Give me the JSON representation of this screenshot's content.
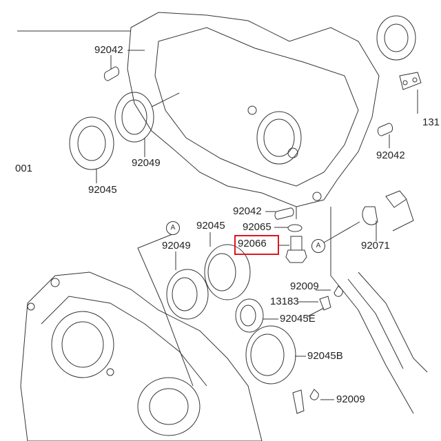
{
  "diagram": {
    "highlight_color": "#e0141e",
    "highlighted_part": "92066",
    "labels": [
      {
        "id": "p92042a",
        "text": "92042"
      },
      {
        "id": "p92049a",
        "text": "92049"
      },
      {
        "id": "p92045a",
        "text": "92045"
      },
      {
        "id": "p001",
        "text": "001"
      },
      {
        "id": "p131",
        "text": "131"
      },
      {
        "id": "p92042b",
        "text": "92042"
      },
      {
        "id": "p92042c",
        "text": "92042"
      },
      {
        "id": "p92065",
        "text": "92065"
      },
      {
        "id": "p92066",
        "text": "92066"
      },
      {
        "id": "p92071",
        "text": "92071"
      },
      {
        "id": "p92045b",
        "text": "92045"
      },
      {
        "id": "p92049b",
        "text": "92049"
      },
      {
        "id": "p92009a",
        "text": "92009"
      },
      {
        "id": "p13183",
        "text": "13183"
      },
      {
        "id": "p92045E",
        "text": "92045E"
      },
      {
        "id": "p92045B",
        "text": "92045B"
      },
      {
        "id": "p92009b",
        "text": "92009"
      }
    ],
    "ref_marks": [
      "A",
      "A"
    ]
  }
}
